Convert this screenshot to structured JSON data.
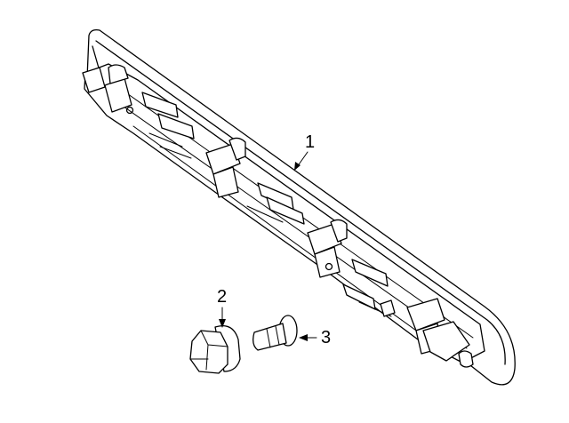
{
  "callouts": {
    "part1": "1",
    "part2": "2",
    "part3": "3"
  },
  "line_color": "#000000",
  "background": "#ffffff"
}
